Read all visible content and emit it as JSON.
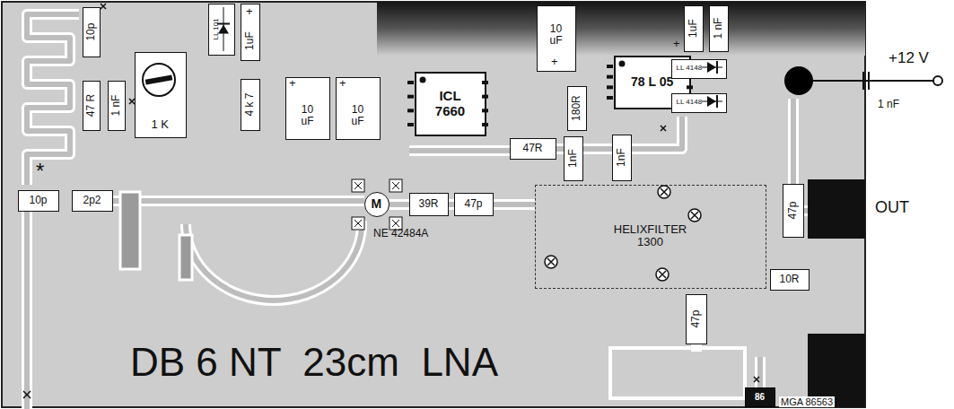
{
  "diagram": {
    "title": "DB 6 NT  23cm  LNA",
    "nodes": [
      {
        "text": [
          "10p"
        ]
      },
      {
        "text": [
          "47 R"
        ]
      },
      {
        "text": [
          "1 nF"
        ]
      },
      {
        "text": [
          "1 K"
        ]
      },
      {
        "text": [
          "LL 101"
        ]
      },
      {
        "text": [
          "1uF"
        ]
      },
      {
        "text": [
          "4 k 7"
        ]
      },
      {
        "text": [
          "10 uF"
        ]
      },
      {
        "text": [
          "10 uF"
        ]
      },
      {
        "text": [
          "ICL 7660"
        ]
      },
      {
        "text": [
          "10 uF"
        ]
      },
      {
        "text": [
          "78 L 05"
        ]
      },
      {
        "text": [
          "1uF"
        ]
      },
      {
        "text": [
          "1 nF"
        ]
      },
      {
        "text": [
          "LL 4148"
        ]
      },
      {
        "text": [
          "LL 4148"
        ]
      },
      {
        "text": [
          "180R"
        ]
      },
      {
        "text": [
          "47R"
        ]
      },
      {
        "text": [
          "1nF"
        ]
      },
      {
        "text": [
          "1nF"
        ]
      },
      {
        "text": [
          "10p"
        ]
      },
      {
        "text": [
          "2p2"
        ]
      },
      {
        "text": [
          "M"
        ]
      },
      {
        "text": [
          "39R"
        ]
      },
      {
        "text": [
          "47p"
        ]
      },
      {
        "text": [
          "HELIXFILTER 1300"
        ]
      },
      {
        "text": [
          "47p"
        ]
      },
      {
        "text": [
          "10R"
        ]
      },
      {
        "text": [
          "47p"
        ]
      },
      {
        "text": [
          "86"
        ]
      }
    ],
    "labels": [
      "*",
      "+",
      "+",
      "+",
      "+",
      "+",
      "NE 42484A",
      "+12 V",
      "1 nF",
      "OUT",
      "MGA 86563"
    ]
  }
}
